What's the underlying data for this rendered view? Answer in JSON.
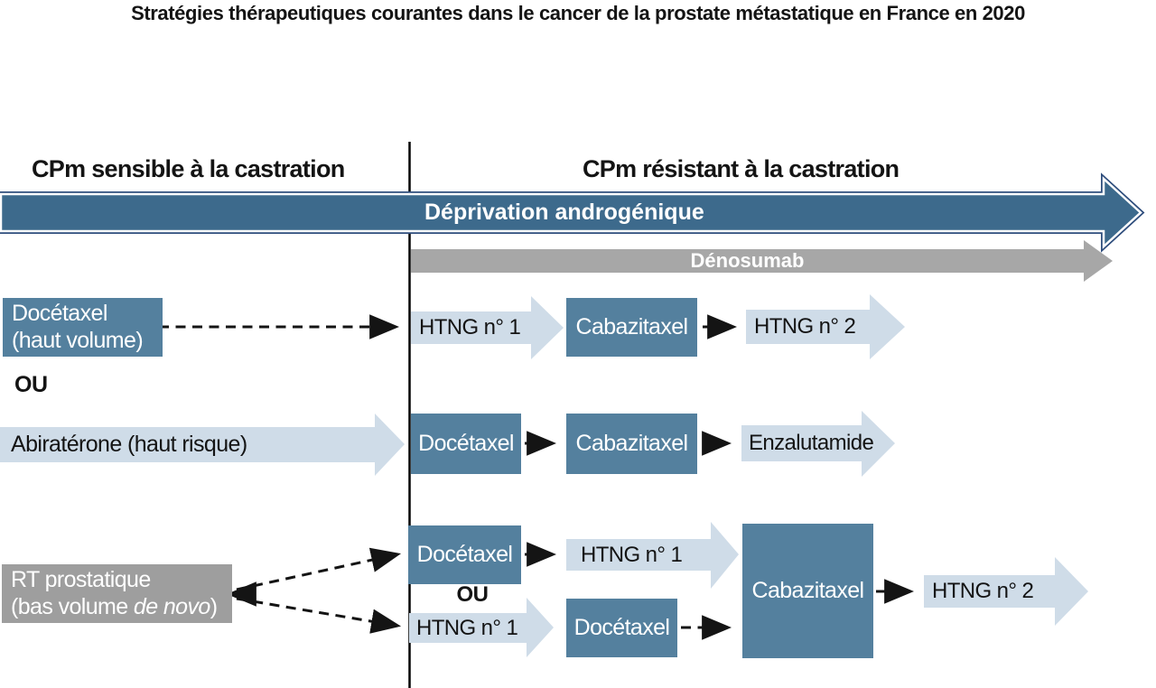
{
  "title": "Stratégies thérapeutiques courantes dans le cancer de la prostate métastatique en France en 2020",
  "colors": {
    "steel": "#54809e",
    "band": "#3d6a8c",
    "navy": "#2e4d7c",
    "light": "#cfdce8",
    "graybox": "#9e9e9e",
    "grayarrow": "#a7a7a7",
    "ink": "#141414"
  },
  "headers": {
    "left": "CPm sensible à la castration",
    "right": "CPm résistant à la castration"
  },
  "bands": {
    "androgen_deprivation": "Déprivation androgénique",
    "denosumab": "Dénosumab"
  },
  "or_label": "OU",
  "pathways": {
    "high_volume": {
      "start_line1": "Docétaxel",
      "start_line2": "(haut volume)",
      "steps": [
        "HTNG n° 1",
        "Cabazitaxel",
        "HTNG n° 2"
      ]
    },
    "high_risk": {
      "start": "Abiratérone (haut risque)",
      "steps": [
        "Docétaxel",
        "Cabazitaxel",
        "Enzalutamide"
      ]
    },
    "low_volume": {
      "start_line1": "RT prostatique",
      "start_line2_prefix": "(bas volume ",
      "start_line2_italic": "de novo",
      "start_line2_suffix": ")",
      "upper_branch": [
        "Docétaxel",
        "HTNG n° 1"
      ],
      "or_label": "OU",
      "lower_branch": [
        "HTNG n° 1",
        "Docétaxel"
      ],
      "merge_step": "Cabazitaxel",
      "final_step": "HTNG n° 2"
    }
  }
}
